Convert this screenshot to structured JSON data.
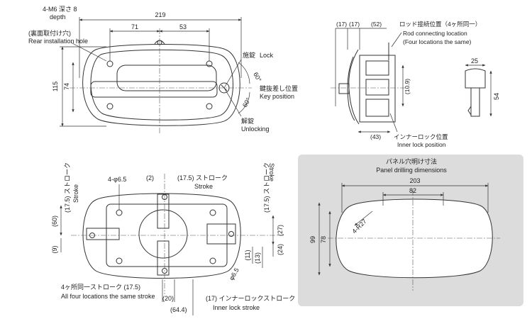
{
  "front_view": {
    "m6_depth_jp": "4-M6 深さ 8",
    "m6_depth_en": "depth",
    "rear_hole_jp": "(裏面取付け穴)",
    "rear_hole_en": "Rear installation hole",
    "width": "219",
    "dim_71": "71",
    "dim_53": "53",
    "height_115": "115",
    "height_74": "74",
    "lock_jp": "施錠",
    "lock_en": "Lock",
    "angle_top": "60°",
    "key_pos_jp": "鍵抜差し位置",
    "key_pos_en": "Key position",
    "angle_bottom": "60°",
    "unlock_jp": "解錠",
    "unlock_en": "Unlocking"
  },
  "side_view": {
    "d17a": "(17)",
    "d17b": "(17)",
    "d52": "(52)",
    "rod_jp": "ロッド接続位置（4ヶ所同一）",
    "rod_en_1": "Rod connecting location",
    "rod_en_2": "(Four locations the same)",
    "d10_9": "(10.9)",
    "d43": "(43)",
    "inner_jp": "インナーロック位置",
    "inner_en": "Inner lock position"
  },
  "key": {
    "width": "25",
    "height": "54"
  },
  "rear_view": {
    "stroke_left_jp": "(17.5) ストローク",
    "stroke_left_en": "Stroke",
    "phi65": "4-φ6.5",
    "d2": "(2)",
    "stroke_top": "(17.5) ストローク",
    "stroke_top_en": "Stroke",
    "stroke_right_jp": "(17.5) ストローク",
    "stroke_right_en": "Stroke",
    "d60": "(60)",
    "d9": "(9)",
    "d27": "(27)",
    "d24": "(24)",
    "d11": "(11)",
    "d13": "(13)",
    "phi65_small": "φ6.5",
    "four_jp": "4ヶ所同一ストローク (17.5)",
    "four_en": "All four locations the same stroke",
    "d20": "(20)",
    "d64_4": "(64.4)",
    "inner_stroke_jp": "(17) インナーロックストローク",
    "inner_stroke_en": "Inner lock stroke"
  },
  "panel": {
    "title_jp": "パネル穴明け寸法",
    "title_en": "Panel drilling dimensions",
    "width": "203",
    "dim_82": "82",
    "height_99": "99",
    "height_78": "78",
    "radius": "4-R27"
  }
}
